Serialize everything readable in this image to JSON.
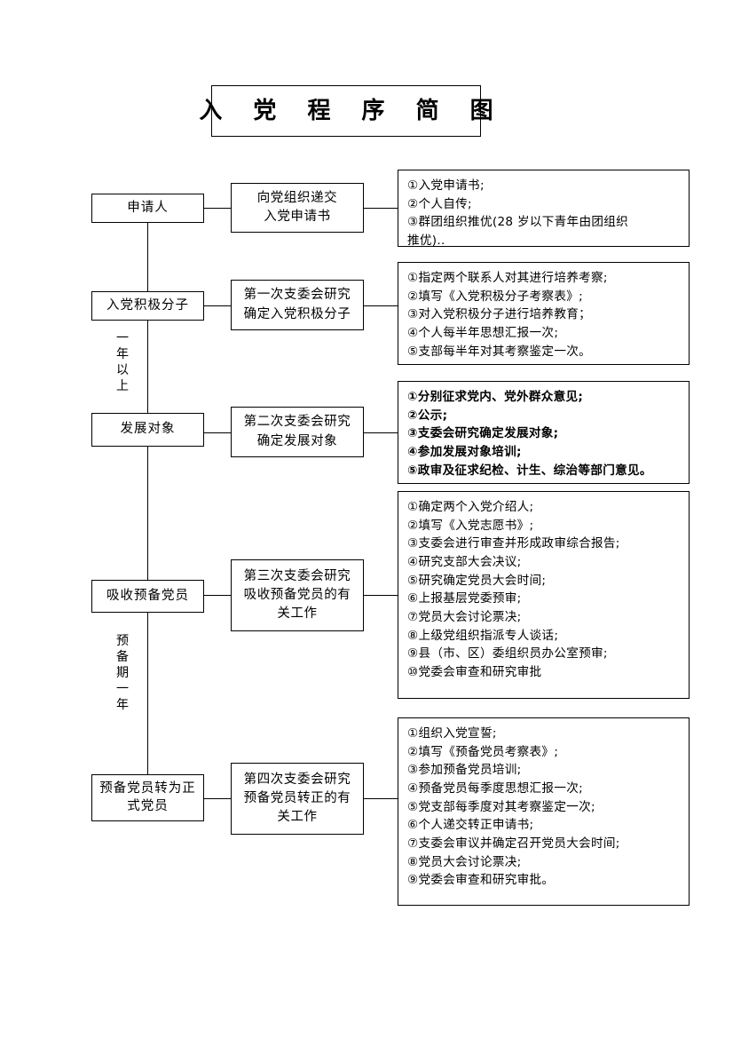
{
  "title": "入 党 程 序 简 图",
  "periods": [
    {
      "id": "period-one-year",
      "text": "一年以上"
    },
    {
      "id": "period-probation",
      "text": "预备期一年"
    }
  ],
  "rows": [
    {
      "stage": "申请人",
      "process": "向党组织递交\n入党申请书",
      "bold": false,
      "details": [
        "①入党申请书;",
        "②个人自传;",
        "③群团组织推优(28 岁以下青年由团组织",
        "推优).."
      ]
    },
    {
      "stage": "入党积极分子",
      "process": "第一次支委会研究\n确定入党积极分子",
      "bold": false,
      "details": [
        "①指定两个联系人对其进行培养考察;",
        "②填写《入党积极分子考察表》;",
        "③对入党积极分子进行培养教育；",
        "④个人每半年思想汇报一次;",
        "⑤支部每半年对其考察鉴定一次。"
      ]
    },
    {
      "stage": "发展对象",
      "process": "第二次支委会研究\n确定发展对象",
      "bold": true,
      "details": [
        "①分别征求党内、党外群众意见;",
        "②公示;",
        "③支委会研究确定发展对象;",
        "④参加发展对象培训;",
        "⑤政审及征求纪检、计生、综治等部门意见。"
      ]
    },
    {
      "stage": "吸收预备党员",
      "process": "第三次支委会研究\n吸收预备党员的有\n关工作",
      "bold": false,
      "details": [
        "①确定两个入党介绍人;",
        "②填写《入党志愿书》;",
        "③支委会进行审查并形成政审综合报告;",
        "④研究支部大会决议;",
        "⑤研究确定党员大会时间;",
        "⑥上报基层党委预审;",
        "⑦党员大会讨论票决;",
        "⑧上级党组织指派专人谈话;",
        "⑨县（市、区）委组织员办公室预审;",
        "⑩党委会审查和研究审批"
      ]
    },
    {
      "stage": "预备党员转为正\n式党员",
      "process": "第四次支委会研究\n预备党员转正的有\n关工作",
      "bold": false,
      "details": [
        "①组织入党宣誓;",
        "②填写《预备党员考察表》;",
        "③参加预备党员培训;",
        "④预备党员每季度思想汇报一次;",
        "⑤党支部每季度对其考察鉴定一次;",
        "⑥个人递交转正申请书;",
        "⑦支委会审议并确定召开党员大会时间;",
        "⑧党员大会讨论票决;",
        "⑨党委会审查和研究审批。"
      ]
    }
  ]
}
